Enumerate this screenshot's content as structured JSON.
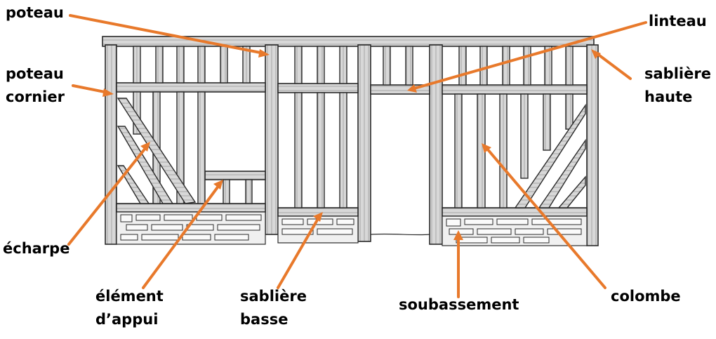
{
  "diagram": {
    "subject": "colombage timber-frame wall elevation",
    "arrow_color": "#E8792B",
    "line_color": "#2a2a2a",
    "labels": [
      {
        "id": "poteau",
        "lines": [
          "poteau"
        ]
      },
      {
        "id": "poteau-cornier",
        "lines": [
          "poteau",
          "cornier"
        ]
      },
      {
        "id": "echarpe",
        "lines": [
          "écharpe"
        ]
      },
      {
        "id": "element-appui",
        "lines": [
          "élément",
          "d’appui"
        ]
      },
      {
        "id": "sabliere-basse",
        "lines": [
          "sablière",
          "basse"
        ]
      },
      {
        "id": "soubassement",
        "lines": [
          "soubassement"
        ]
      },
      {
        "id": "colombe",
        "lines": [
          "colombe"
        ]
      },
      {
        "id": "sabliere-haute",
        "lines": [
          "sablière",
          "haute"
        ]
      },
      {
        "id": "linteau",
        "lines": [
          "linteau"
        ]
      }
    ]
  }
}
